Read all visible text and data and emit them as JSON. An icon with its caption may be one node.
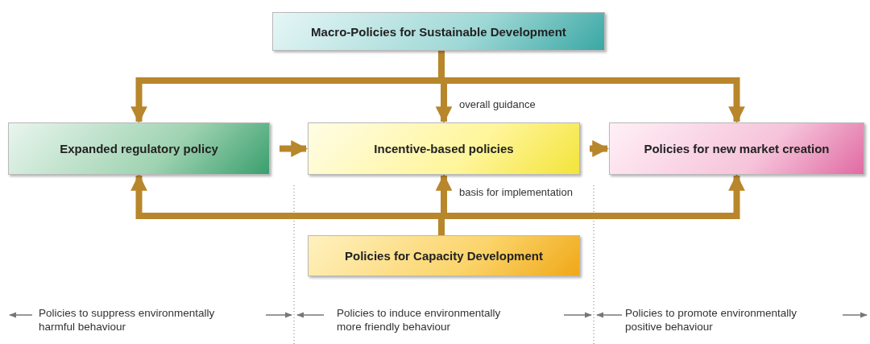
{
  "diagram": {
    "nodes": [
      {
        "text": [
          "Macro-Policies for Sustainable Development"
        ]
      },
      {
        "text": [
          "Expanded regulatory policy"
        ]
      },
      {
        "text": [
          "Incentive-based policies"
        ]
      },
      {
        "text": [
          "Policies for new market creation"
        ]
      },
      {
        "text": [
          "Policies for Capacity Development"
        ]
      }
    ],
    "edges": [
      {
        "from": 0,
        "to": 1,
        "arrow": "to"
      },
      {
        "from": 0,
        "to": 2,
        "arrow": "to",
        "label": "overall guidance"
      },
      {
        "from": 0,
        "to": 3,
        "arrow": "to"
      },
      {
        "from": 1,
        "to": 2,
        "arrow": "to"
      },
      {
        "from": 2,
        "to": 3,
        "arrow": "to"
      },
      {
        "from": 4,
        "to": 1,
        "arrow": "to"
      },
      {
        "from": 4,
        "to": 2,
        "arrow": "to",
        "label": "basis for implementation"
      },
      {
        "from": 4,
        "to": 3,
        "arrow": "to"
      }
    ],
    "labels": [
      "Policies to suppress environmentally harmful behaviour",
      "Policies to induce environmentally more friendly behaviour",
      "Policies to promote environmentally positive behaviour"
    ]
  }
}
